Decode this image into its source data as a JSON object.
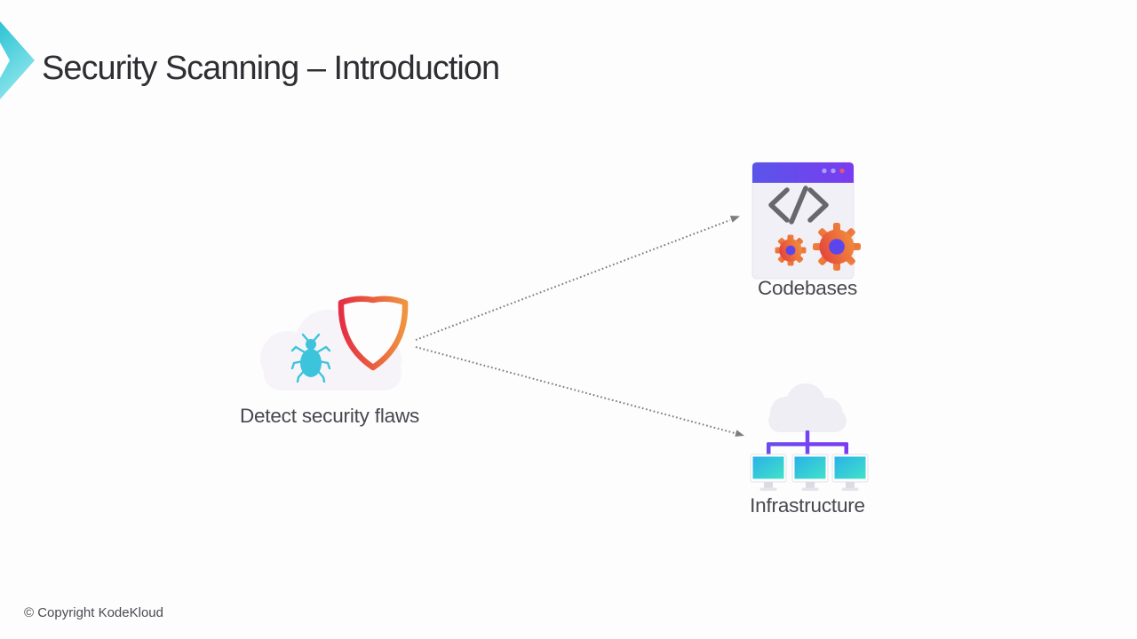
{
  "title": {
    "text": "Security Scanning – Introduction"
  },
  "nodes": {
    "detect": {
      "label": "Detect security flaws"
    },
    "codebases": {
      "label": "Codebases"
    },
    "infrastructure": {
      "label": "Infrastructure"
    }
  },
  "edges": [
    {
      "from": "Detect security flaws",
      "to": "Codebases",
      "style": "dotted-arrow"
    },
    {
      "from": "Detect security flaws",
      "to": "Infrastructure",
      "style": "dotted-arrow"
    }
  ],
  "footer": {
    "copyright": "© Copyright KodeKloud"
  },
  "colors": {
    "background": "#fdfdfe",
    "title_text": "#2e2e33",
    "label_text": "#47474d",
    "logo_teal_top": "#2cc3d3",
    "logo_teal_bottom": "#8fe6ed",
    "arrow_gray": "#7d7d7d",
    "shield_red": "#e52e45",
    "shield_orange": "#f09440",
    "bug_teal": "#3cc4dc",
    "cloud_fill": "#f6f4f9",
    "window_bar_left": "#5a55e9",
    "window_bar_right": "#7a3cf1",
    "window_body": "#f1f0f6",
    "code_glyph": "#67676d",
    "gear_red": "#e0333f",
    "gear_orange": "#f09a41",
    "gear_hub": "#5b46ee",
    "network_purple_left": "#6b4cf0",
    "network_purple_right": "#7d3af3",
    "monitor_screen_blue": "#2ab1e9",
    "monitor_screen_teal": "#40e2c8"
  }
}
